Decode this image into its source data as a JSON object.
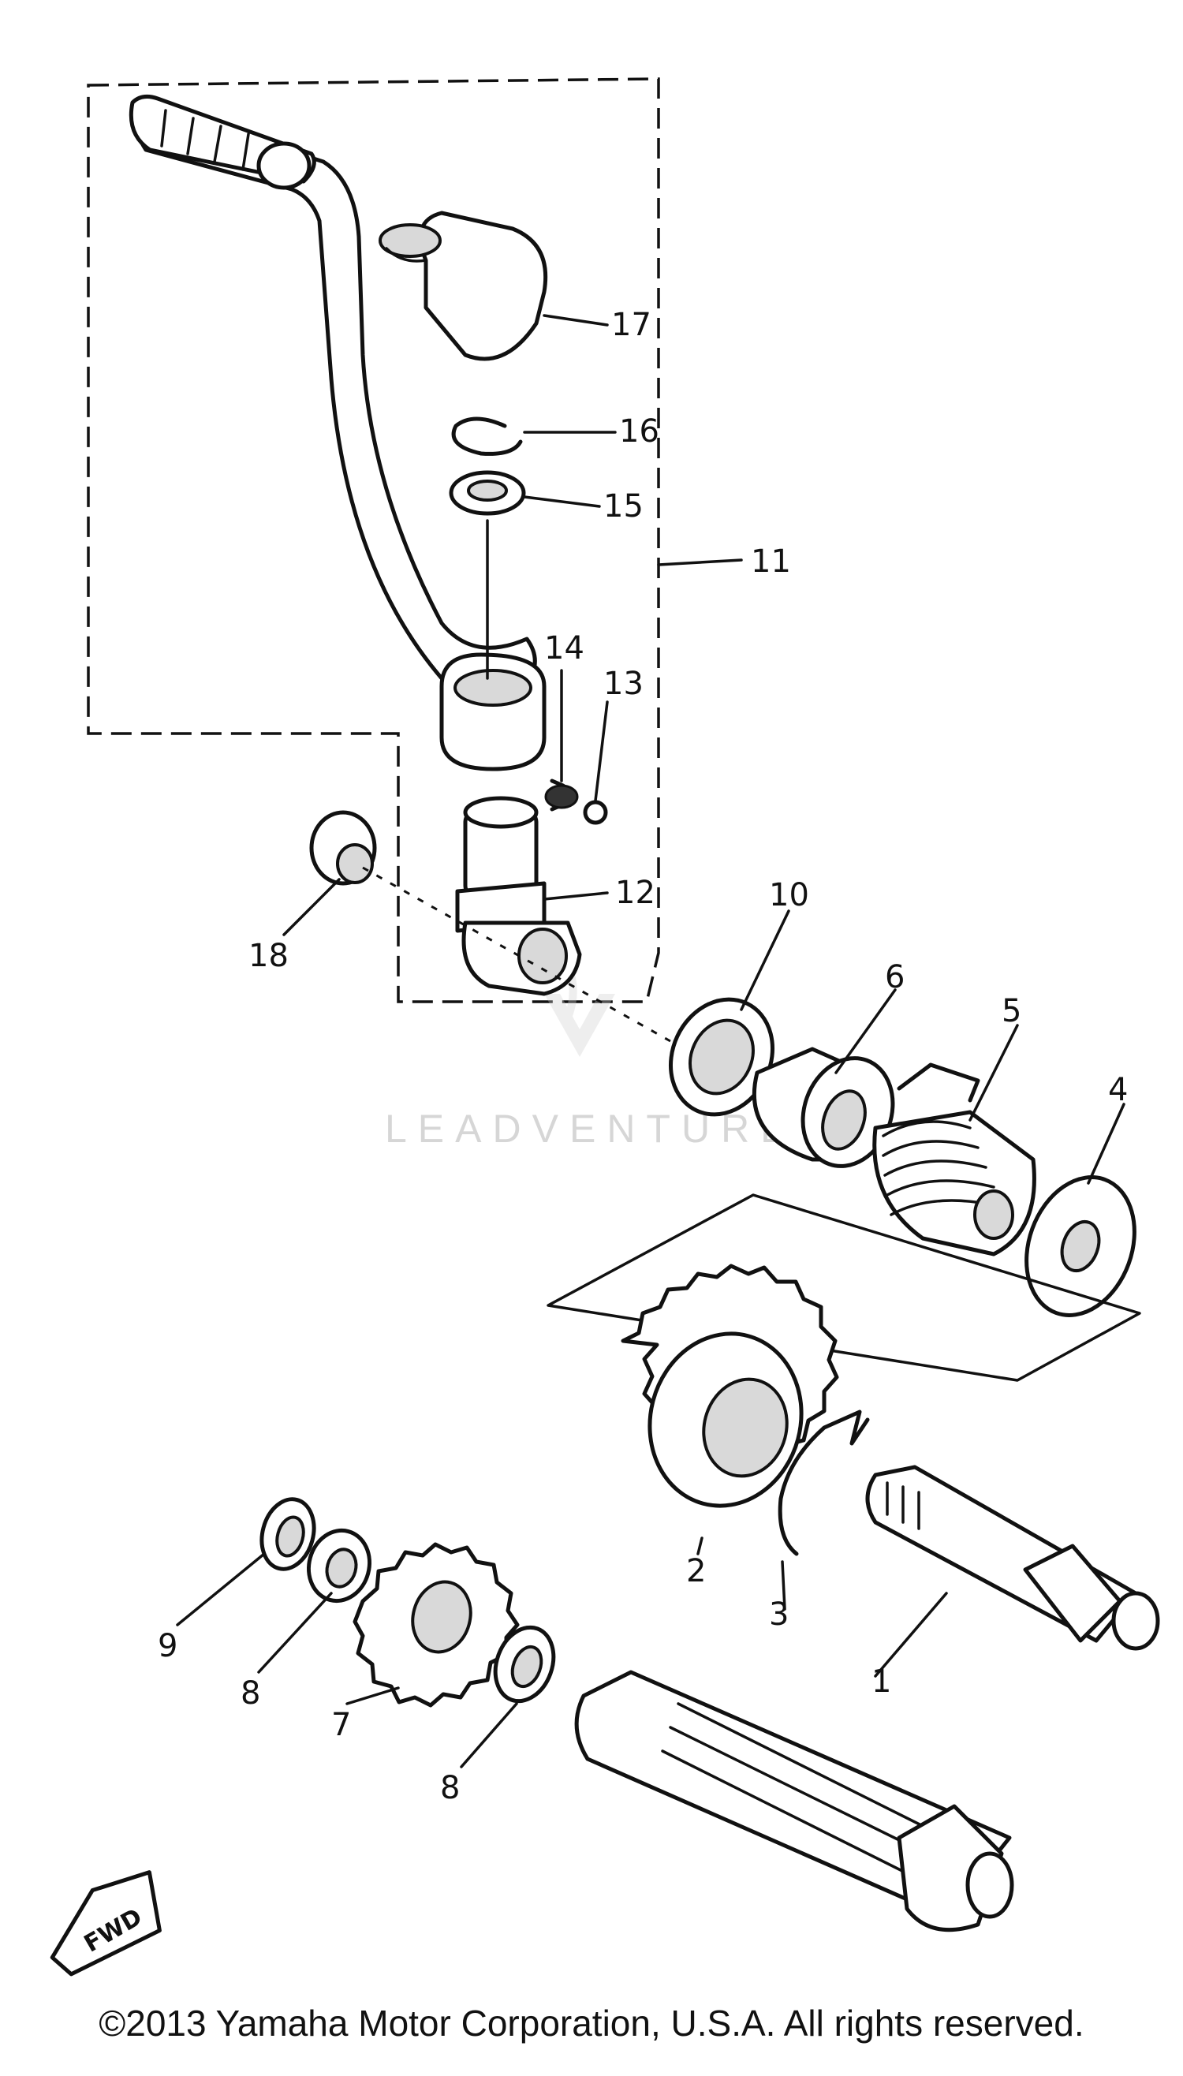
{
  "watermark": "LEADVENTURE",
  "copyright": "©2013 Yamaha Motor Corporation, U.S.A. All rights reserved.",
  "fwd_label": "FWD",
  "callouts": [
    "1",
    "2",
    "3",
    "4",
    "5",
    "6",
    "7",
    "8",
    "8",
    "9",
    "10",
    "11",
    "12",
    "13",
    "14",
    "15",
    "16",
    "17",
    "18"
  ]
}
